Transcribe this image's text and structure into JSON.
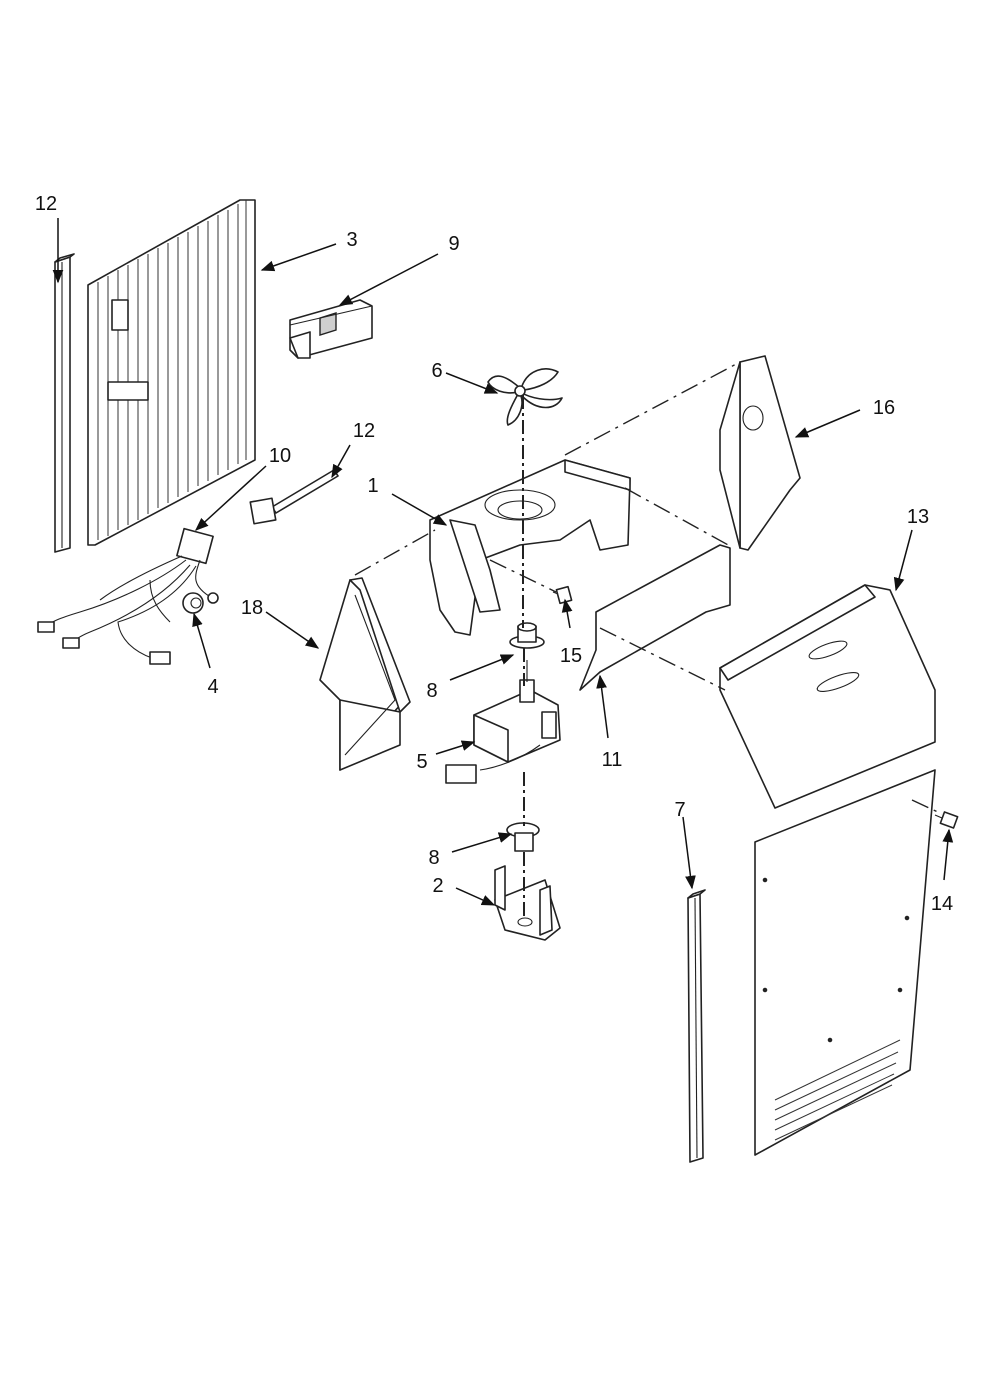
{
  "diagram": {
    "callouts": [
      {
        "id": "c1",
        "label": "1"
      },
      {
        "id": "c2",
        "label": "2"
      },
      {
        "id": "c3",
        "label": "3"
      },
      {
        "id": "c4",
        "label": "4"
      },
      {
        "id": "c5",
        "label": "5"
      },
      {
        "id": "c6",
        "label": "6"
      },
      {
        "id": "c7",
        "label": "7"
      },
      {
        "id": "c8a",
        "label": "8"
      },
      {
        "id": "c8b",
        "label": "8"
      },
      {
        "id": "c9",
        "label": "9"
      },
      {
        "id": "c10",
        "label": "10"
      },
      {
        "id": "c11",
        "label": "11"
      },
      {
        "id": "c12",
        "label": "12"
      },
      {
        "id": "c13",
        "label": "13"
      },
      {
        "id": "c14",
        "label": "14"
      },
      {
        "id": "c15",
        "label": "15"
      },
      {
        "id": "c16",
        "label": "16"
      },
      {
        "id": "c17",
        "label": "17"
      },
      {
        "id": "c18",
        "label": "18"
      }
    ]
  }
}
